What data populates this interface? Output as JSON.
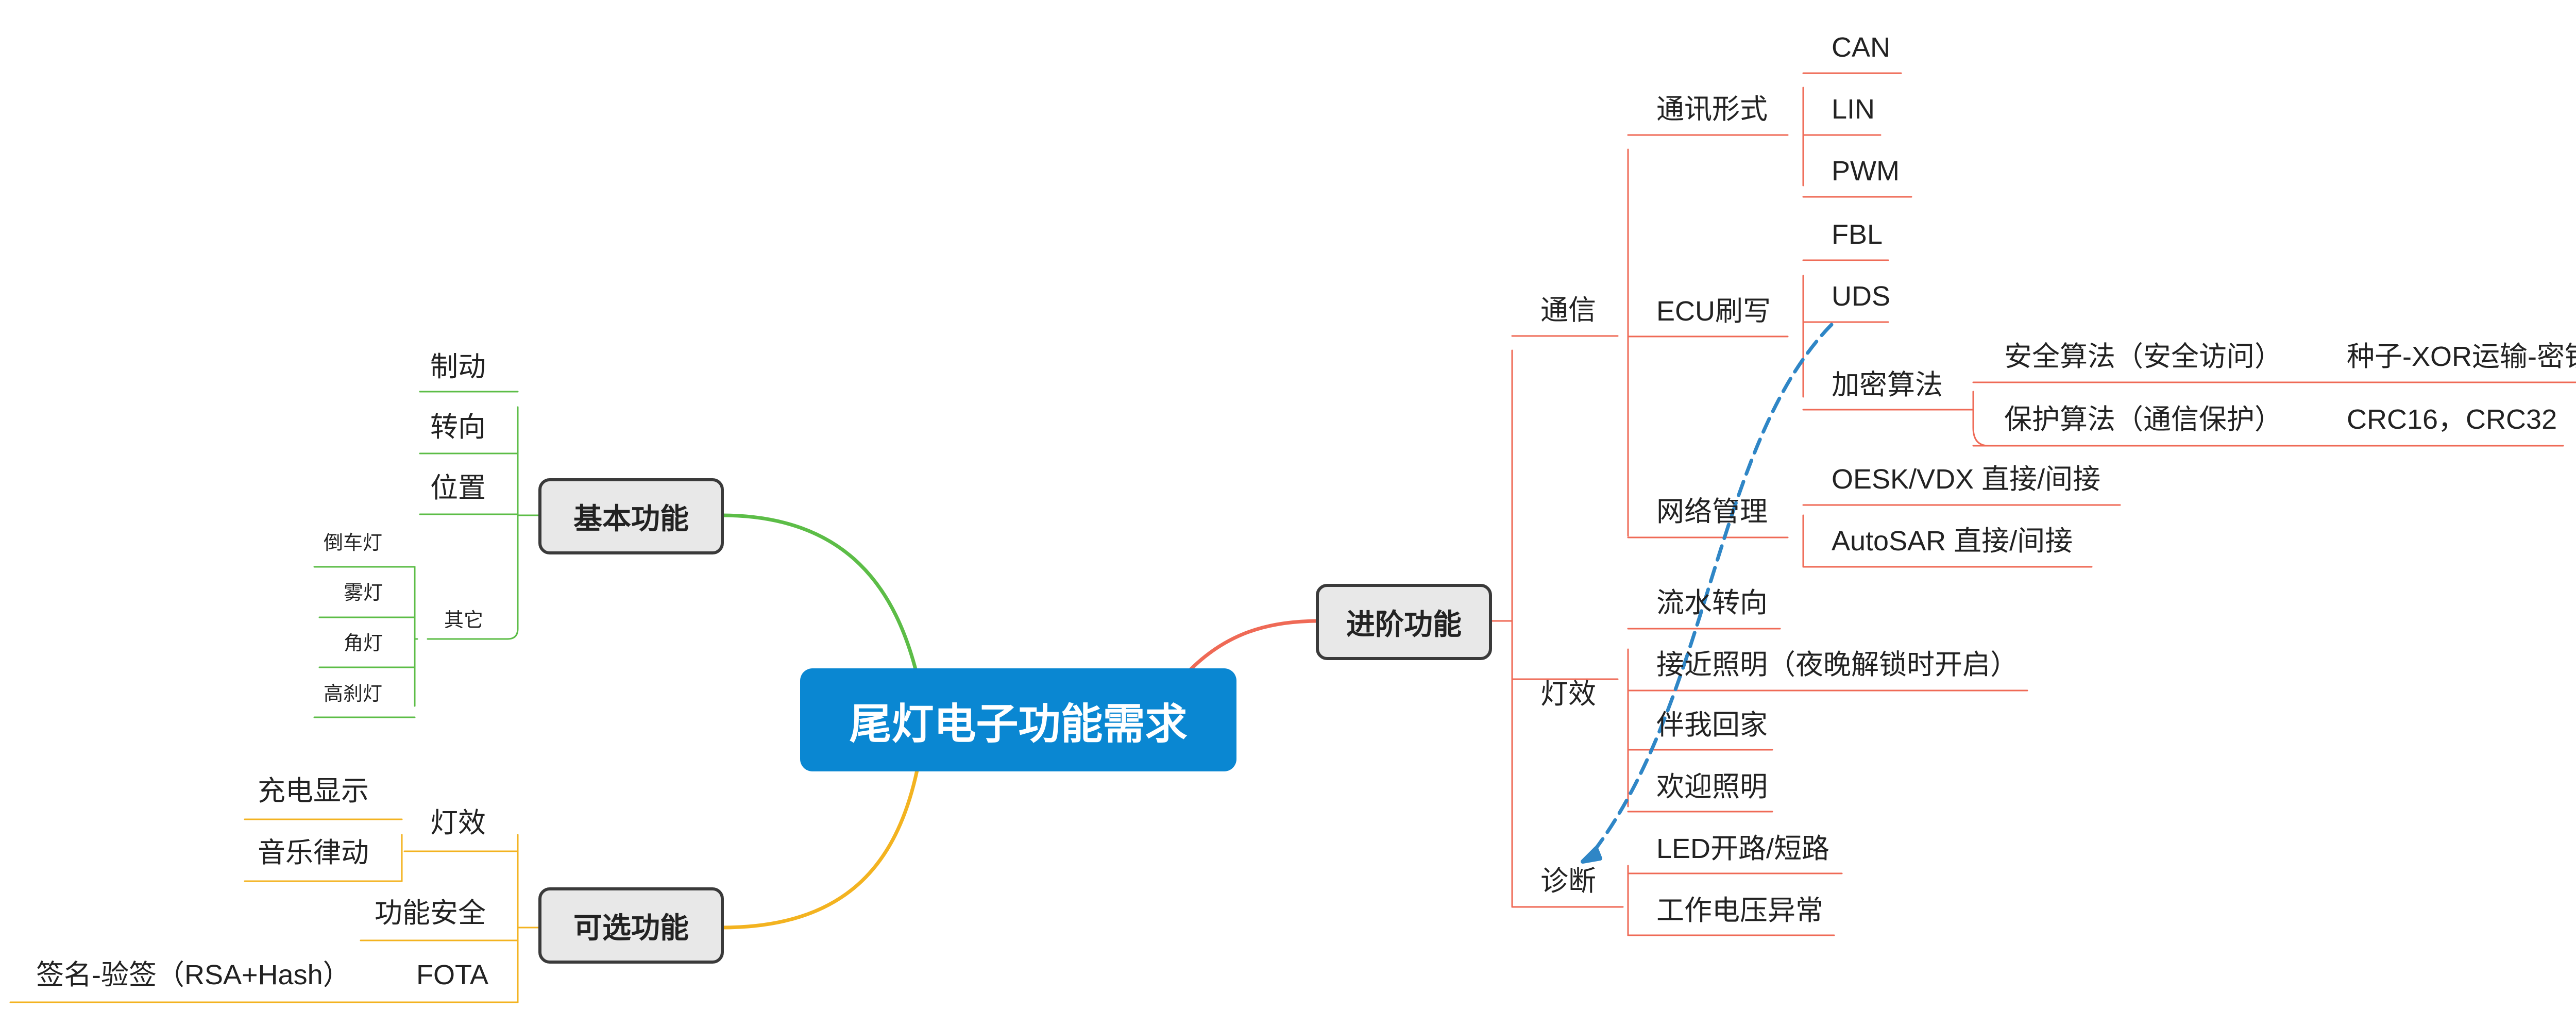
{
  "root": {
    "label": "尾灯电子功能需求"
  },
  "basic": {
    "label": "基本功能",
    "items": {
      "brake": "制动",
      "turn": "转向",
      "position": "位置",
      "other": "其它"
    },
    "other_items": {
      "reverse": "倒车灯",
      "fog": "雾灯",
      "corner": "角灯",
      "high_brake": "高刹灯"
    }
  },
  "optional": {
    "label": "可选功能",
    "lighting": {
      "label": "灯效",
      "charge": "充电显示",
      "music": "音乐律动"
    },
    "safety": "功能安全",
    "fota": {
      "label": "FOTA",
      "sign": "签名-验签（RSA+Hash）"
    }
  },
  "advanced": {
    "label": "进阶功能",
    "comm": {
      "label": "通信",
      "form": {
        "label": "通讯形式",
        "can": "CAN",
        "lin": "LIN",
        "pwm": "PWM"
      },
      "ecu": {
        "label": "ECU刷写",
        "fbl": "FBL",
        "uds": "UDS",
        "crypto": {
          "label": "加密算法",
          "security": {
            "label": "安全算法（安全访问）",
            "detail": "种子-XOR运输-密钥"
          },
          "protect": {
            "label": "保护算法（通信保护）",
            "detail": "CRC16，CRC32"
          }
        }
      },
      "network": {
        "label": "网络管理",
        "oesk": "OESK/VDX 直接/间接",
        "autosar": "AutoSAR 直接/间接"
      }
    },
    "effects": {
      "label": "灯效",
      "flow": "流水转向",
      "approach": "接近照明（夜晚解锁时开启）",
      "home": "伴我回家",
      "welcome": "欢迎照明"
    },
    "diag": {
      "label": "诊断",
      "led": "LED开路/短路",
      "voltage": "工作电压异常"
    }
  },
  "colors": {
    "root": "#0a87d2",
    "basic": "#5cbd47",
    "optional": "#f3b320",
    "advanced": "#ef6a56",
    "dashed_link": "#2f86c6"
  }
}
